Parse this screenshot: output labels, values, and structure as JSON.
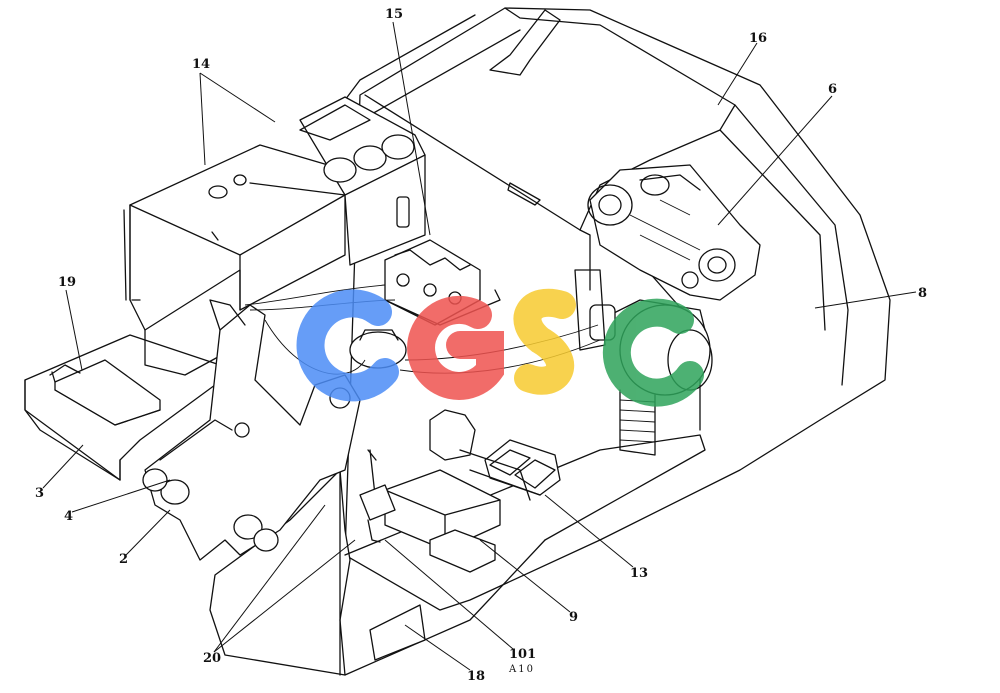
{
  "callouts": [
    {
      "id": "c15",
      "label": "15"
    },
    {
      "id": "c14",
      "label": "14"
    },
    {
      "id": "c16",
      "label": "16"
    },
    {
      "id": "c6",
      "label": "6"
    },
    {
      "id": "c19",
      "label": "19"
    },
    {
      "id": "c8",
      "label": "8"
    },
    {
      "id": "c3",
      "label": "3"
    },
    {
      "id": "c4",
      "label": "4"
    },
    {
      "id": "c2",
      "label": "2"
    },
    {
      "id": "c13",
      "label": "13"
    },
    {
      "id": "c9",
      "label": "9"
    },
    {
      "id": "c20",
      "label": "20"
    },
    {
      "id": "c101",
      "label": "101"
    },
    {
      "id": "c18",
      "label": "18"
    }
  ],
  "drawing_number": "A10",
  "watermark": {
    "letters": [
      "C",
      "G",
      "S",
      "C"
    ],
    "colors": [
      "#4c8df6",
      "#ef5350",
      "#f7cb30",
      "#2ea35a"
    ]
  }
}
